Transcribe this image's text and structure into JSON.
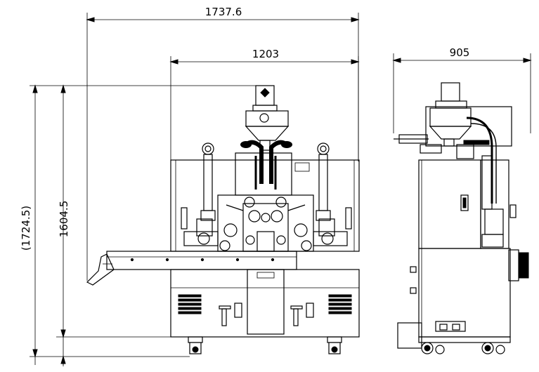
{
  "dimensions": {
    "overall_width": "1737.6",
    "body_width": "1203",
    "side_depth": "905",
    "overall_height": "(1724.5)",
    "body_height": "1604.5"
  }
}
